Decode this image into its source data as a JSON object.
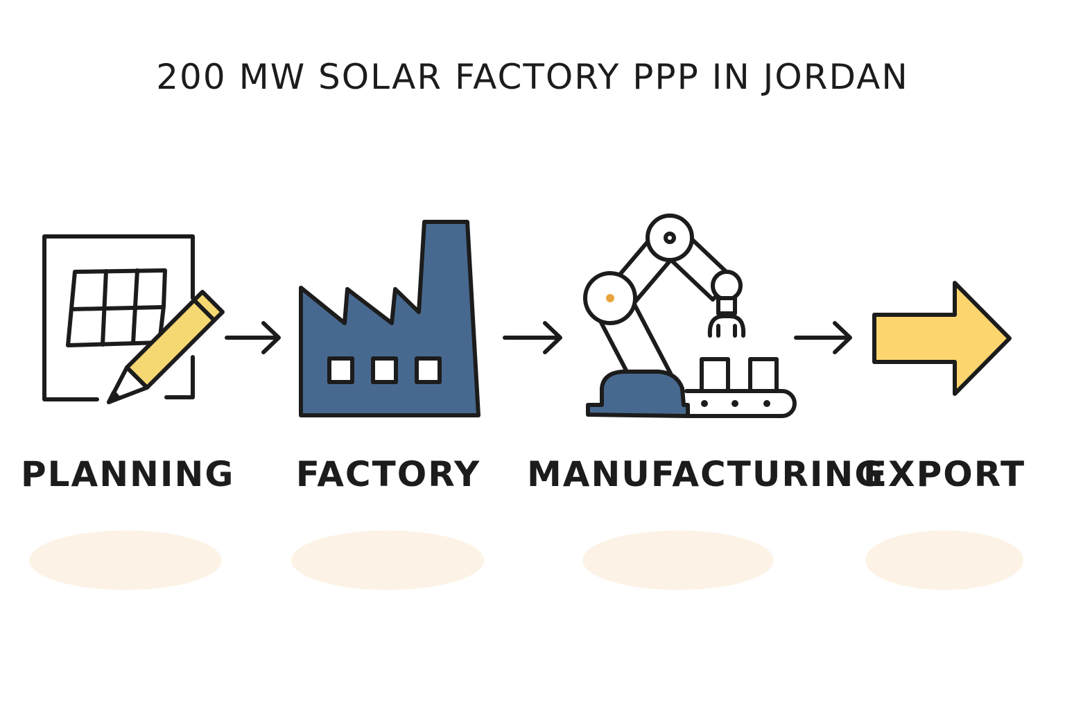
{
  "title": "200 MW SOLAR FACTORY PPP IN JORDAN",
  "colors": {
    "ink": "#1c1c1c",
    "factory_blue": "#48698f",
    "pencil_yellow": "#f6d872",
    "arrow_yellow": "#fcd56f",
    "accent_orange": "#e8a33d",
    "shadow": "#fcf3e6"
  },
  "steps": [
    {
      "label": "PLANNING",
      "icon": "planning-sketch-icon"
    },
    {
      "label": "FACTORY",
      "icon": "factory-icon"
    },
    {
      "label": "MANUFACTURING",
      "icon": "robot-arm-icon"
    },
    {
      "label": "EXPORT",
      "icon": "export-arrow-icon"
    }
  ]
}
